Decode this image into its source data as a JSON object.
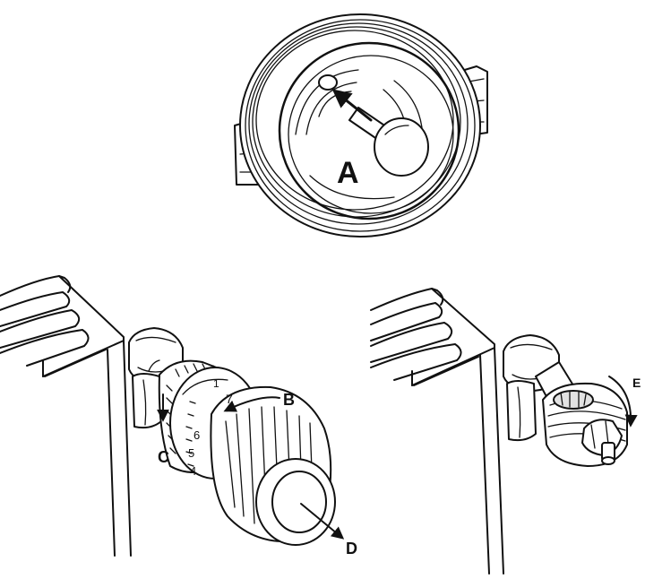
{
  "labels": {
    "a": "A",
    "b": "B",
    "c": "C",
    "d": "D",
    "e": "E"
  },
  "dial_numbers": [
    "6",
    "5",
    "4",
    "7",
    "1"
  ],
  "icons": {
    "valve_adapter": "valve-adapter-ring-icon",
    "radiator_left": "radiator-icon",
    "radiator_right": "radiator-icon",
    "thermostat_head": "thermostatic-head-icon",
    "valve_insert": "valve-insert-icon"
  }
}
